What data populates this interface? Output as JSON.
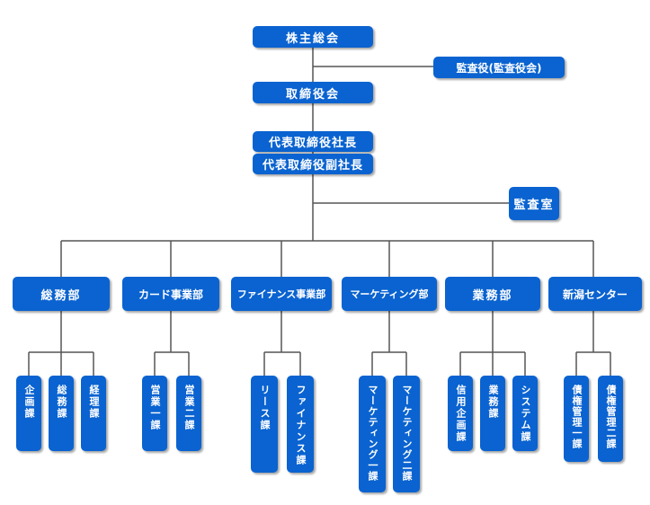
{
  "top": {
    "shareholders": "株主総会",
    "auditor": "監査役(監査役会)",
    "board": "取締役会",
    "president": "代表取締役社長",
    "vice_president": "代表取締役副社長",
    "audit_office": "監査室"
  },
  "departments": [
    {
      "name": "総務部",
      "sections": [
        "企画課",
        "総務課",
        "経理課"
      ]
    },
    {
      "name": "カード事業部",
      "sections": [
        "営業一課",
        "営業二課"
      ]
    },
    {
      "name": "ファイナンス事業部",
      "sections": [
        "リース課",
        "ファイナンス課"
      ]
    },
    {
      "name": "マーケティング部",
      "sections": [
        "マーケティング一課",
        "マーケティング二課"
      ]
    },
    {
      "name": "業務部",
      "sections": [
        "信用企画課",
        "業務課",
        "システム課"
      ]
    },
    {
      "name": "新潟センター",
      "sections": [
        "債権管理一課",
        "債権管理二課"
      ]
    }
  ],
  "colors": {
    "box": "#0a63d0",
    "line": "#555555",
    "text": "#ffffff"
  }
}
